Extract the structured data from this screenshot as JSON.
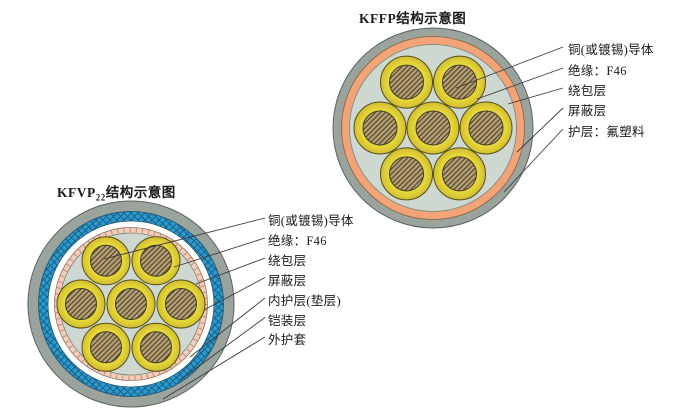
{
  "kffp": {
    "title": "KFFP结构示意图",
    "labels": [
      "铜(或镀锡)导体",
      "绝缘：F46",
      "绕包层",
      "屏蔽层",
      "护层：氟塑料"
    ]
  },
  "kfvp22": {
    "title_prefix": "KFVP",
    "title_sub": "22",
    "title_suffix": "结构示意图",
    "labels": [
      "铜(或镀锡)导体",
      "绝缘：F46",
      "绕包层",
      "屏蔽层",
      "内护层(垫层)",
      "铠装层",
      "外护套"
    ]
  },
  "colors": {
    "outer_sheath_gray": "#9aa49d",
    "shield_orange": "#f2a476",
    "wrap_gray": "#cfd8d0",
    "insulation_yellow": "#e8da3e",
    "conductor_tan": "#b5a176",
    "armor_blue": "#2f9ac9",
    "shield_pink": "#f3cdb9",
    "inner_sheath_white": "#fdfdfc",
    "leader_line": "#3c3c3c",
    "text": "#1a1a1a"
  }
}
